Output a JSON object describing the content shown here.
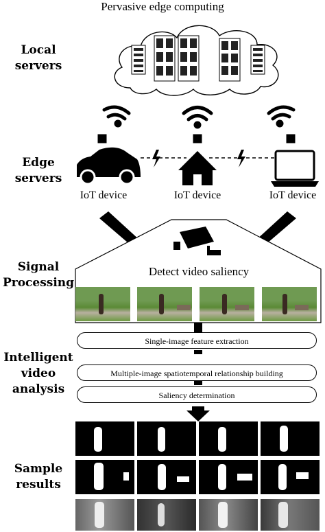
{
  "title": "Pervasive edge computing",
  "side_labels": {
    "local": "Local\nservers",
    "edge": "Edge\nservers",
    "signal": "Signal\nProcessing",
    "analysis": "Intelligent\nvideo\nanalysis",
    "results": "Sample\nresults"
  },
  "devices": [
    {
      "label": "IoT device",
      "icon": "car-icon"
    },
    {
      "label": "IoT device",
      "icon": "house-icon"
    },
    {
      "label": "IoT device",
      "icon": "laptop-icon"
    }
  ],
  "saliency_heading": "Detect video saliency",
  "steps": [
    "Single-image feature extraction",
    "Multiple-image spatiotemporal relationship building",
    "Saliency determination"
  ],
  "colors": {
    "frame_sky": "#8fb06a",
    "frame_grass": "#5e8a3a",
    "path": "#b9b2a3"
  }
}
